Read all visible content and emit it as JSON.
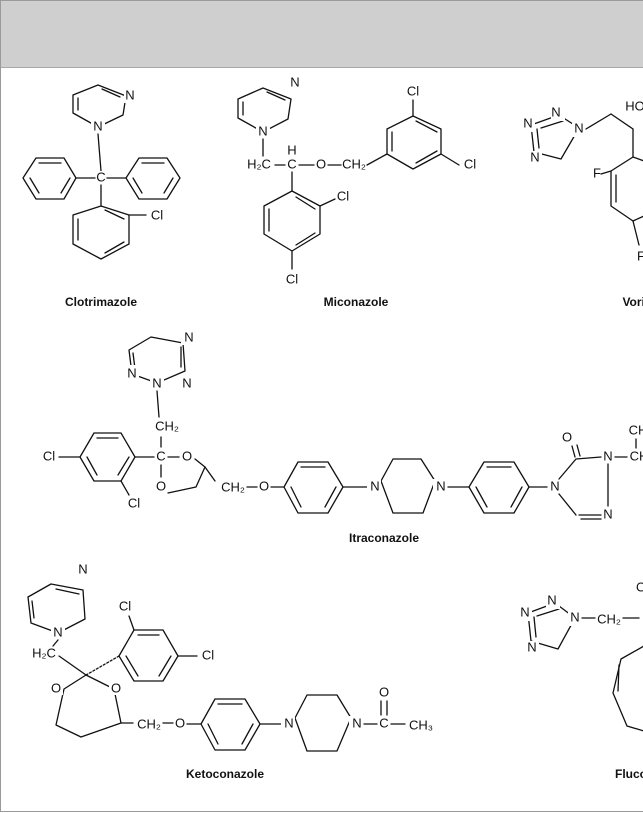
{
  "atoms": {
    "n": "N",
    "cl": "Cl",
    "c": "C",
    "h": "H",
    "o": "O",
    "f": "F",
    "ch2": "CH₂",
    "h2c": "H₂C",
    "ch3": "CH₃",
    "ho": "HO",
    "ch": "CH"
  },
  "labels": {
    "clotrimazole": "Clotrimazole",
    "miconazole": "Miconazole",
    "itraconazole": "Itraconazole",
    "ketoconazole": "Ketoconazole",
    "voriconazole_partial": "Voric",
    "fluconazole_partial": "Fluco"
  }
}
